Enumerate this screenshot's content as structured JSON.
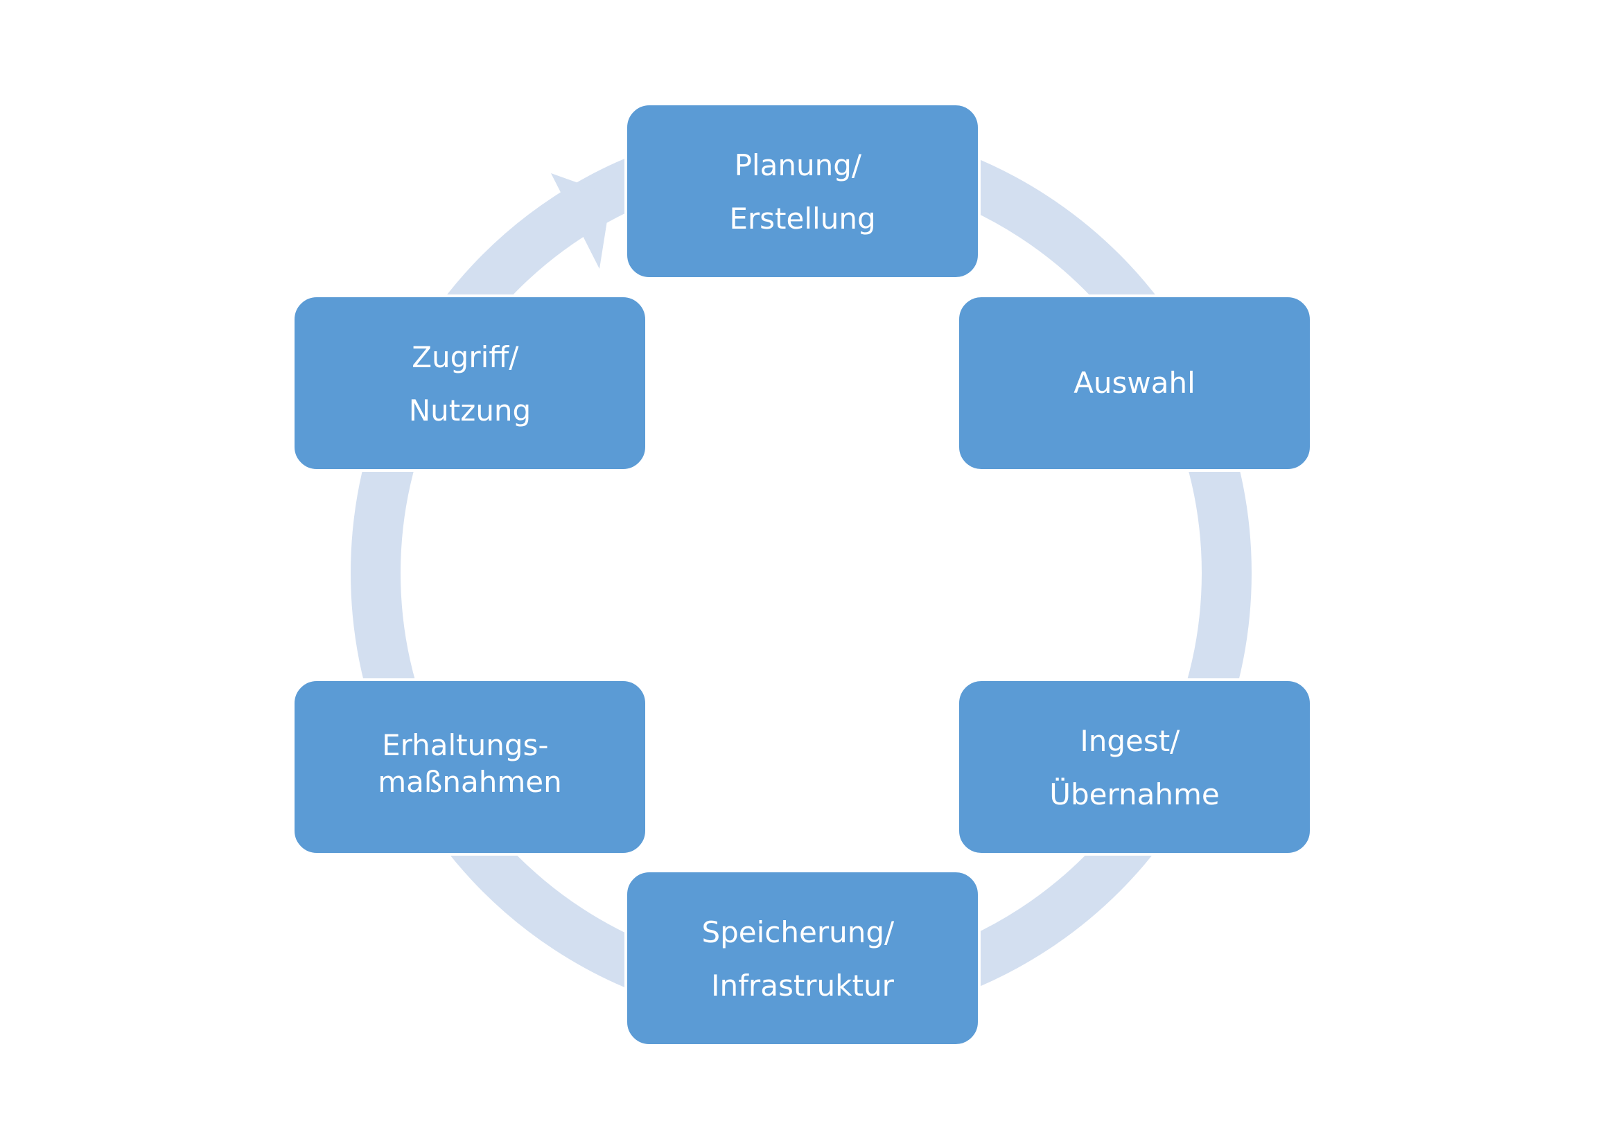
{
  "diagram": {
    "type": "cycle",
    "colors": {
      "box_fill": "#5b9bd5",
      "box_text": "#ffffff",
      "ring": "#d3dff0",
      "background": "#ffffff"
    },
    "steps": [
      {
        "id": "planung",
        "lines": [
          "Planung/",
          "Erstellung"
        ]
      },
      {
        "id": "auswahl",
        "lines": [
          "Auswahl"
        ]
      },
      {
        "id": "ingest",
        "lines": [
          "Ingest/",
          "Übernahme"
        ]
      },
      {
        "id": "speicherung",
        "lines": [
          "Speicherung/",
          "Infrastruktur"
        ]
      },
      {
        "id": "erhaltung",
        "lines": [
          "Erhaltungs-",
          "maßnahmen"
        ]
      },
      {
        "id": "zugriff",
        "lines": [
          "Zugriff/",
          "Nutzung"
        ]
      }
    ]
  }
}
